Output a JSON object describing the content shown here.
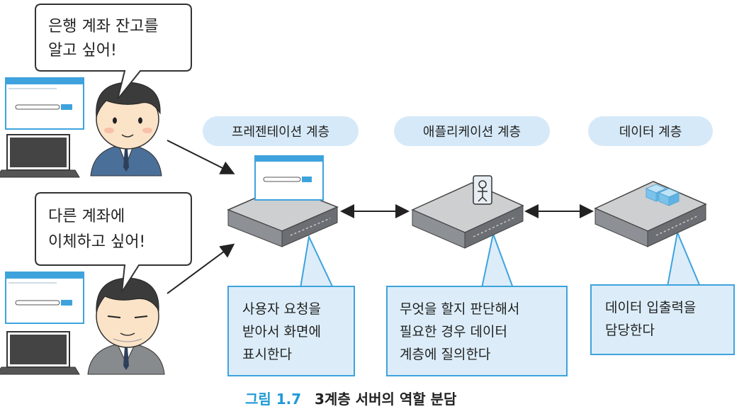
{
  "bubbles": {
    "top": [
      "은행 계좌 잔고를",
      "알고 싶어!"
    ],
    "bottom": [
      "다른 계좌에",
      "이체하고 싶어!"
    ]
  },
  "layers": {
    "presentation": "프레젠테이션 계층",
    "application": "애플리케이션 계층",
    "data": "데이터 계층"
  },
  "notes": {
    "presentation": [
      "사용자 요청을",
      "받아서 화면에",
      "표시한다"
    ],
    "application": [
      "무엇을 할지 판단해서",
      "필요한 경우 데이터",
      "계층에 질의한다"
    ],
    "data": [
      "데이터 입출력을",
      "담당한다"
    ]
  },
  "caption": {
    "figure_label": "그림 1.7",
    "title": "3계층 서버의 역할 분담"
  },
  "colors": {
    "pill_fill": "#d6e9f8",
    "callout_fill": "#dcedf9",
    "callout_border": "#3ea3dd",
    "caption_accent": "#1f9ad6",
    "server_top": "#cdcfd1",
    "server_front": "#6b6e72",
    "cube": "#7cc3ec"
  }
}
